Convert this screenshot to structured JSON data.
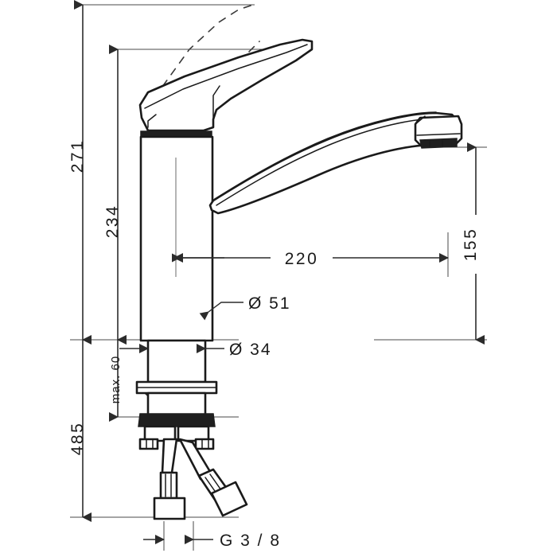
{
  "drawing": {
    "type": "technical-dimension-drawing",
    "subject": "single-lever kitchen mixer tap",
    "background_color": "#ffffff",
    "line_color": "#1a1a1a",
    "dimension_color": "#2b2b2b",
    "units": "mm"
  },
  "dimensions": {
    "overall_height": {
      "value": "271",
      "orientation": "vertical",
      "position": "left-outer"
    },
    "body_height": {
      "value": "234",
      "orientation": "vertical",
      "position": "left-inner"
    },
    "max_thickness": {
      "value": "max. 60",
      "orientation": "vertical",
      "position": "left-inner-lower"
    },
    "hose_length": {
      "value": "485",
      "orientation": "vertical",
      "position": "left-outer-lower"
    },
    "spout_reach": {
      "value": "220",
      "orientation": "horizontal",
      "position": "center"
    },
    "spout_height": {
      "value": "155",
      "orientation": "vertical",
      "position": "right"
    }
  },
  "labels": {
    "base_diameter": "Ø 51",
    "shank_diameter": "Ø 34",
    "thread_size": "G 3 / 8"
  }
}
